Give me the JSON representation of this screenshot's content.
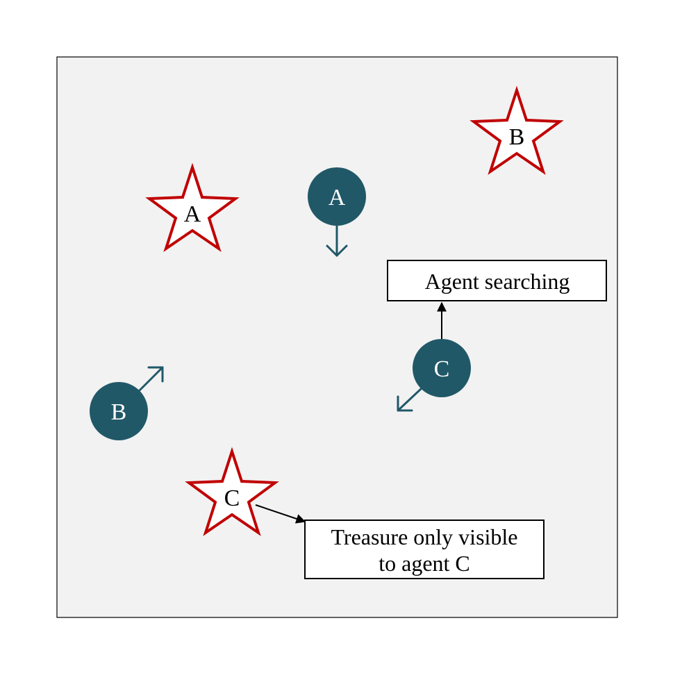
{
  "colors": {
    "field_fill": "#f2f2f2",
    "field_border": "#000000",
    "agent_fill": "#215868",
    "agent_text": "#ffffff",
    "treasure_stroke": "#c00000",
    "treasure_fill": "#ffffff",
    "label_text": "#000000",
    "direction_arrow": "#215868",
    "callout_box_fill": "#ffffff",
    "callout_arrow": "#000000"
  },
  "treasures": [
    {
      "id": "a",
      "label": "A"
    },
    {
      "id": "b",
      "label": "B"
    },
    {
      "id": "c",
      "label": "C"
    }
  ],
  "agents": [
    {
      "id": "a",
      "label": "A",
      "heading": "down"
    },
    {
      "id": "b",
      "label": "B",
      "heading": "up-right"
    },
    {
      "id": "c",
      "label": "C",
      "heading": "down-left"
    }
  ],
  "callouts": {
    "agent_searching": "Agent searching",
    "treasure_visibility_line1": "Treasure only visible",
    "treasure_visibility_line2": "to agent C"
  }
}
